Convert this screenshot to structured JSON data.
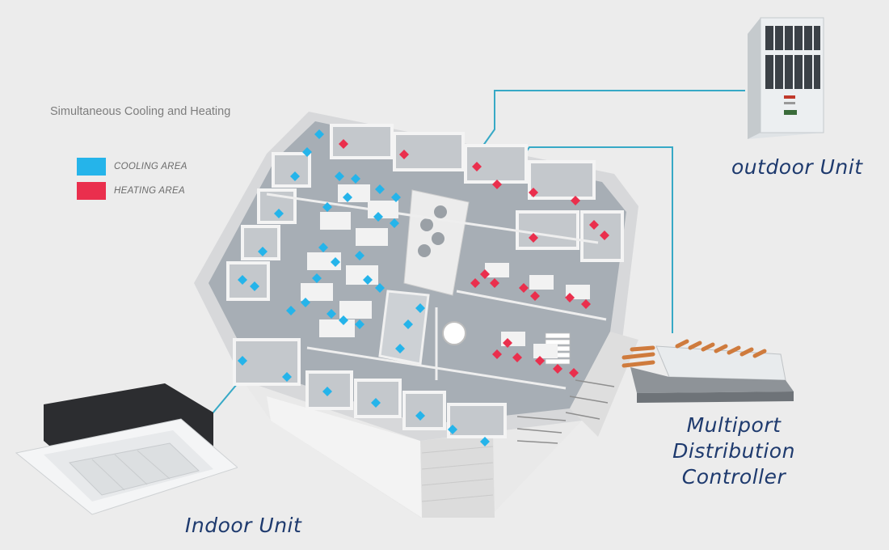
{
  "diagram": {
    "title": "Simultaneous Cooling and Heating",
    "legend": [
      {
        "label": "COOLING AREA",
        "color": "#25b4ea"
      },
      {
        "label": "HEATING AREA",
        "color": "#ea2f4d"
      }
    ],
    "callouts": {
      "outdoor_unit": "outdoor Unit",
      "multiport_line1": "Multiport",
      "multiport_line2": "Distribution",
      "multiport_line3": "Controller",
      "indoor_unit": "Indoor Unit"
    },
    "colors": {
      "background": "#ececec",
      "connector": "#37a9c6",
      "cooling": "#25b4ea",
      "heating": "#ea2f4d",
      "label_ink": "#1e3a6e"
    },
    "icons": [
      "outdoor-unit-illustration",
      "cassette-indoor-unit-illustration",
      "multiport-controller-illustration",
      "building-floorplan-illustration"
    ]
  }
}
